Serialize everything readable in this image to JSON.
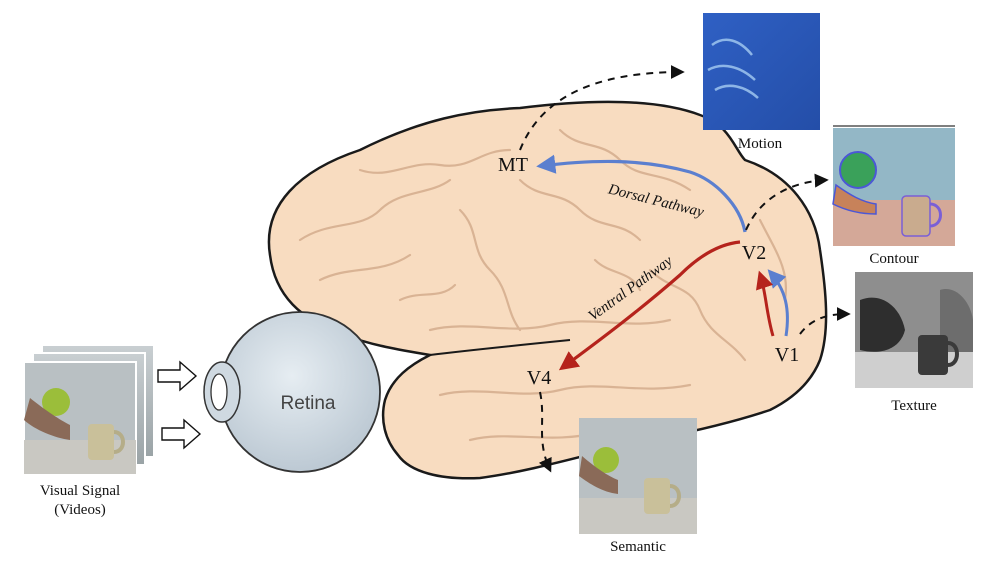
{
  "diagram": {
    "input": {
      "label_line1": "Visual Signal",
      "label_line2": "(Videos)"
    },
    "retina": {
      "label": "Retina"
    },
    "areas": {
      "mt": "MT",
      "v2": "V2",
      "v1": "V1",
      "v4": "V4"
    },
    "pathways": {
      "dorsal": "Dorsal Pathway",
      "ventral": "Ventral Pathway"
    },
    "outputs": {
      "motion": "Motion",
      "contour": "Contour",
      "texture": "Texture",
      "semantic": "Semantic"
    },
    "colors": {
      "brain_fill": "#f8dcc0",
      "brain_stroke": "#1a1a1a",
      "dorsal": "#5b7fcf",
      "ventral": "#b5231c",
      "retina_fill": "#cfd9e1",
      "motion_bg": "#2a57b8",
      "contour_bg": "#93b7c6",
      "texture_bg": "#8e8e8e"
    }
  }
}
